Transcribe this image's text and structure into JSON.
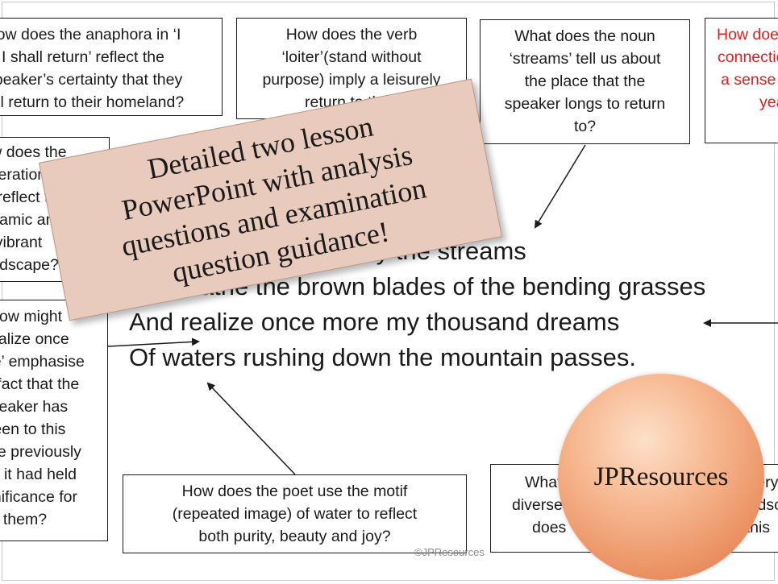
{
  "boxes": {
    "anaphora": [
      "How does the anaphora in ‘I",
      "I shall return’ reflect the",
      "Speaker’s certainty that they",
      "will return to their homeland?"
    ],
    "loiter": [
      "How does the verb",
      "‘loiter’(stand without",
      "purpose) imply a leisurely",
      "return to their"
    ],
    "streams": [
      "What does the noun",
      "‘streams’ tell us about",
      "the place that the",
      "speaker longs to return",
      "to?"
    ],
    "red": [
      "How does the",
      "connection",
      "a sense of",
      "yearning"
    ],
    "alliteration": [
      "How does the",
      "alliteration in",
      "the reflect the",
      "dynamic and",
      "vibrant",
      "landscape?"
    ],
    "realize": [
      "How might",
      "‘realize once",
      "more’ emphasise",
      "the fact that the",
      "speaker has",
      "been to this",
      "place previously",
      "and it had held",
      "significance for",
      "them?"
    ],
    "motif": [
      "How does the poet use the motif",
      "(repeated image) of water to reflect",
      "both purity, beauty and joy?"
    ],
    "diverse": [
      "What does the",
      "diverse imagery",
      "does"
    ],
    "right_bottom": [
      "imagery",
      "the landscape",
      "to this"
    ]
  },
  "poem": [
    "I shall return to loiter by the streams",
    "That bathe the brown blades of the bending grasses",
    "And realize once more my thousand dreams",
    "Of waters rushing down the mountain passes."
  ],
  "banner": [
    "Detailed two lesson",
    "PowerPoint with analysis",
    "questions and examination",
    "question guidance!"
  ],
  "logo_text": "JPResources",
  "watermark": "©JPResources",
  "colors": {
    "highlight_red": "#e31b1b",
    "banner_bg": "#e9cbbd",
    "circle": "#f2a378"
  }
}
